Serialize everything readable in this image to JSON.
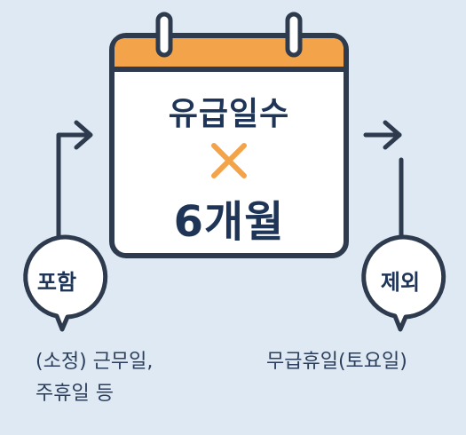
{
  "calendar": {
    "line1": "유급일수",
    "line2": "6개월",
    "multiply_icon": "x-mark-icon",
    "header_color": "#f3a44a",
    "accent_color": "#f3a44a"
  },
  "include": {
    "label": "포함",
    "detail_line1": "(소정) 근무일,",
    "detail_line2": "주휴일 등"
  },
  "exclude": {
    "label": "제외",
    "detail_line1": "무급휴일(토요일)"
  }
}
